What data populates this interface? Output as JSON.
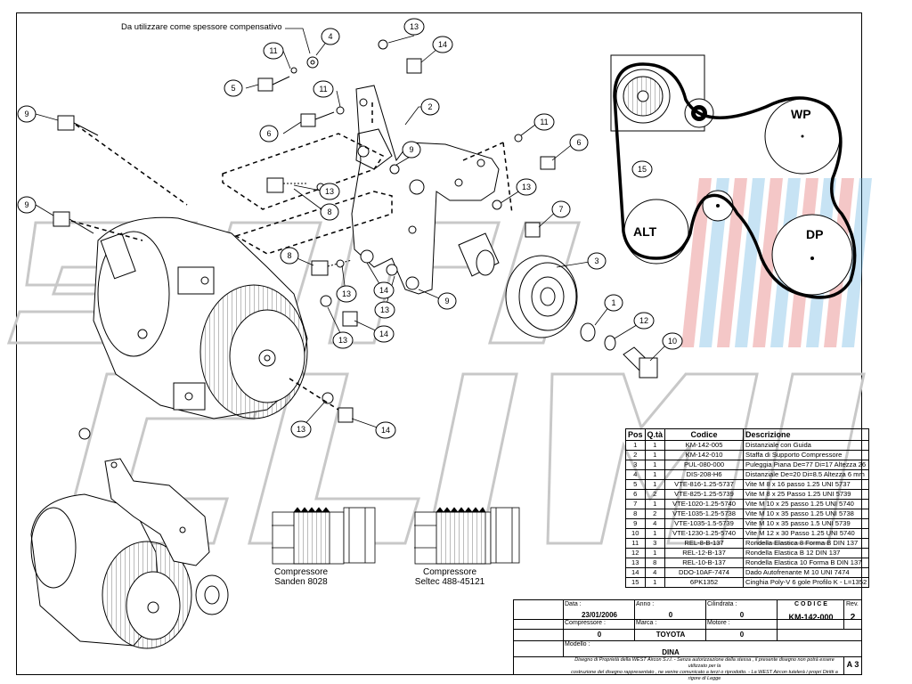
{
  "note_spacer": "Da utilizzare come spessore compensativo",
  "callouts": {
    "c1": "1",
    "c2": "2",
    "c3": "3",
    "c4": "4",
    "c5": "5",
    "c6a": "6",
    "c6b": "6",
    "c7": "7",
    "c8a": "8",
    "c8b": "8",
    "c9a": "9",
    "c9b": "9",
    "c9c": "9",
    "c9d": "9",
    "c10": "10",
    "c11a": "11",
    "c11b": "11",
    "c11c": "11",
    "c12": "12",
    "c13a": "13",
    "c13b": "13",
    "c13c": "13",
    "c13d": "13",
    "c13e": "13",
    "c13f": "13",
    "c13g": "13",
    "c14a": "14",
    "c14b": "14",
    "c14c": "14",
    "c14d": "14",
    "c15": "15"
  },
  "belt_diagram": {
    "wp": "WP",
    "alt": "ALT",
    "dp": "DP"
  },
  "captions": {
    "sanden": [
      "Compressore",
      "Sanden 8028"
    ],
    "seltec": [
      "Compressore",
      "Seltec 488-45121"
    ]
  },
  "parts_list": {
    "headers": [
      "Pos",
      "Q.tà",
      "Codice",
      "Descrizione"
    ],
    "rows": [
      [
        "1",
        "1",
        "KM-142-005",
        "Distanziale con Guida"
      ],
      [
        "2",
        "1",
        "KM-142-010",
        "Staffa di Supporto Compressore"
      ],
      [
        "3",
        "1",
        "PUL-080-000",
        "Puleggia Piana De=77 Di=17 Altezza 26"
      ],
      [
        "4",
        "1",
        "DIS-208-H6",
        "Distanziale De=20 Di=8.5 Altezza 6 mm"
      ],
      [
        "5",
        "1",
        "VTE-816-1.25-5737",
        "Vite M 8 x 16 passo 1.25 UNI 5737"
      ],
      [
        "6",
        "2",
        "VTE-825-1.25-5739",
        "Vite M 8 x 25 Passo 1.25 UNI 5739"
      ],
      [
        "7",
        "1",
        "VTE-1020-1.25-5740",
        "Vite M 10 x 25 passo 1.25 UNI 5740"
      ],
      [
        "8",
        "2",
        "VTE-1035-1.25-5738",
        "Vite M 10 x 35 passo 1.25 UNI 5738"
      ],
      [
        "9",
        "4",
        "VTE-1035-1.5-5739",
        "Vite M 10 x 35 passo 1.5 UNI 5739"
      ],
      [
        "10",
        "1",
        "VTE-1230-1.25-5740",
        "Vite M 12 x 30 Passo 1.25 UNI 5740"
      ],
      [
        "11",
        "3",
        "REL-8-B-137",
        "Rondella Elastica 8 Forma B DIN 137"
      ],
      [
        "12",
        "1",
        "REL-12-B-137",
        "Rondella Elastica B 12 DIN 137"
      ],
      [
        "13",
        "8",
        "REL-10-B-137",
        "Rondella Elastica 10 Forma B DIN 137"
      ],
      [
        "14",
        "4",
        "DDO-10AF-7474",
        "Dado Autofrenante M 10 UNI 7474"
      ],
      [
        "15",
        "1",
        "6PK1352",
        "Cinghia Poly-V 6 gole Profilo K - L=1352"
      ]
    ]
  },
  "title_block": {
    "data_label": "Data :",
    "data_value": "23/01/2006",
    "anno_label": "Anno :",
    "anno_value": "0",
    "cilindrata_label": "Cilindrata :",
    "cilindrata_value": "0",
    "compressore_label": "Compressore :",
    "compressore_value": "0",
    "marca_label": "Marca :",
    "marca_value": "TOYOTA",
    "motore_label": "Motore :",
    "motore_value": "0",
    "modello_label": "Modello :",
    "modello_value": "DINA",
    "codice_label": "C O D I C E",
    "codice_value": "KM-142-000",
    "rev_label": "Rev.",
    "rev_value": "2",
    "format": "A 3",
    "disclaimer_line1": "Disegno di Proprietà della WEST Aircon S.r.l. - Senza autorizzazione della stessa , il presente disegno non potrà essere utilizzato per la",
    "disclaimer_line2": "costruzione del disegno rappresentato , ne venire comunicato a terzi o riprodotto. - La WEST Aircon tutelerà i propri Diritti a rigore di Legge"
  }
}
